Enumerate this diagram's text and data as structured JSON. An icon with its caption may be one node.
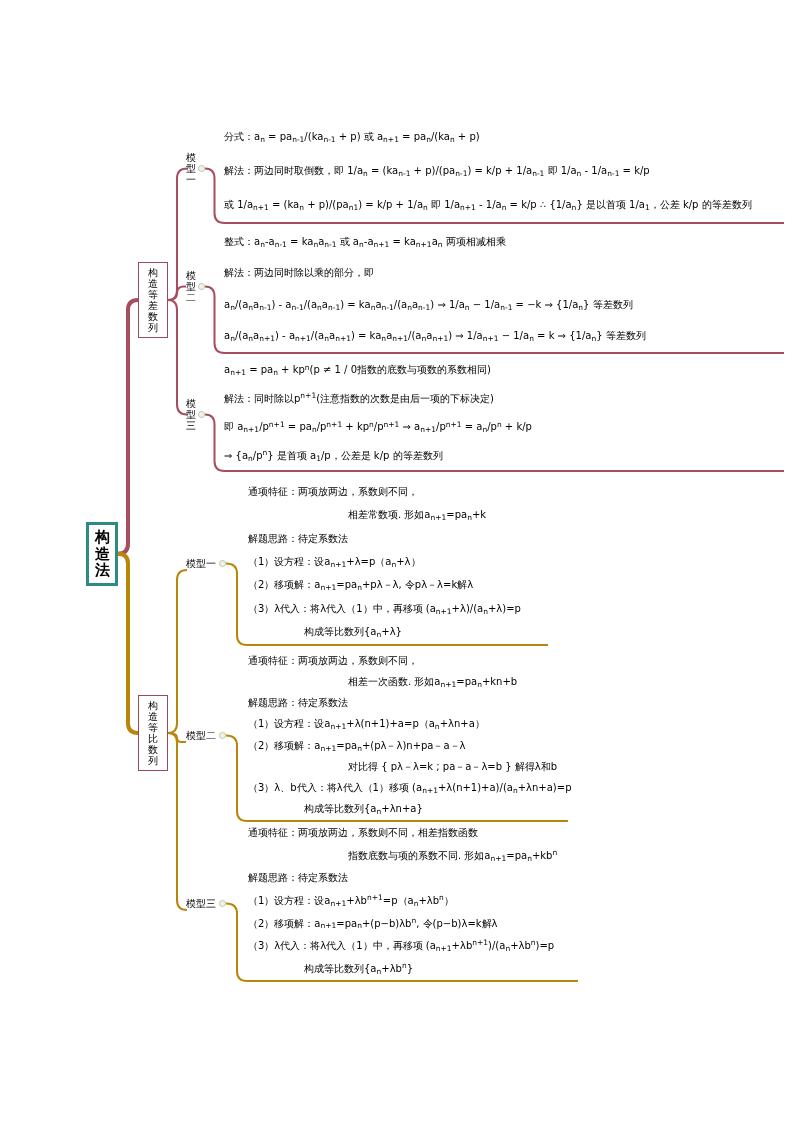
{
  "diagram": {
    "nodes": [
      {
        "text": [
          "构造法"
        ]
      },
      {
        "text": [
          "构造等差数列"
        ]
      },
      {
        "text": [
          "模型一"
        ]
      },
      {
        "text": [
          "分式：a$_{n}$ = pa$_{n-1}$/(ka$_{n-1}$ + p) 或 a$_{n+1}$ = pa$_{n}$/(ka$_{n}$ + p)",
          "解法：两边同时取倒数，即 1/a$_{n}$ = (ka$_{n-1}$ + p)/(pa$_{n-1}$) = k/p + 1/a$_{n-1}$ 即 1/a$_{n}$ - 1/a$_{n-1}$ = k/p",
          "或 1/a$_{n+1}$ = (ka$_{n}$ + p)/(pa$_{n1}$) = k/p + 1/a$_{n}$ 即 1/a$_{n+1}$ - 1/a$_{n}$ = k/p ∴ {1/a$_{n}$} 是以首项 1/a$_{1}$，公差 k/p 的等差数列"
        ]
      },
      {
        "text": [
          "模型二"
        ]
      },
      {
        "text": [
          "整式：a$_{n}$-a$_{n-1}$ = ka$_{n}$a$_{n-1}$ 或 a$_{n}$-a$_{n+1}$ = ka$_{n+1}$a$_{n}$ 两项相减相乘",
          "解法：两边同时除以乘的部分，即",
          "a$_{n}$/(a$_{n}$a$_{n-1}$) - a$_{n-1}$/(a$_{n}$a$_{n-1}$) = ka$_{n}$a$_{n-1}$/(a$_{n}$a$_{n-1}$) ⇒ 1/a$_{n}$ − 1/a$_{n-1}$ = −k ⇒ {1/a$_{n}$} 等差数列",
          "a$_{n}$/(a$_{n}$a$_{n+1}$) - a$_{n+1}$/(a$_{n}$a$_{n+1}$) = ka$_{n}$a$_{n+1}$/(a$_{n}$a$_{n+1}$) ⇒ 1/a$_{n+1}$ − 1/a$_{n}$ = k ⇒ {1/a$_{n}$} 等差数列"
        ]
      },
      {
        "text": [
          "模型三"
        ]
      },
      {
        "text": [
          "a$_{n+1}$ = pa$_{n}$ + kp$^{n}$(p ≠ 1 / 0指数的底数与项数的系数相同)",
          "解法：同时除以p$^{n+1}$(注意指数的次数是由后一项的下标决定)",
          "即 a$_{n+1}$/p$^{n+1}$ = pa$_{n}$/p$^{n+1}$ + kp$^{n}$/p$^{n+1}$ ⇒ a$_{n+1}$/p$^{n+1}$ = a$_{n}$/p$^{n}$ + k/p",
          "⇒ {a$_{n}$/p$^{n}$} 是首项 a$_{1}$/p，公差是 k/p 的等差数列"
        ]
      },
      {
        "text": [
          "构造等比数列"
        ]
      },
      {
        "text": [
          "模型一"
        ]
      },
      {
        "text": [
          "通项特征：两项放两边，系数则不同，",
          "相差常数项. 形如a$_{n+1}$=pa$_{n}$+k",
          "解题思路：待定系数法",
          "（1）设方程：设a$_{n+1}$+λ=p（a$_{n}$+λ）",
          "（2）移项解：a$_{n+1}$=pa$_{n}$+pλ－λ, 令pλ－λ=k解λ",
          "（3）λ代入：将λ代入（1）中，再移项 (a$_{n+1}$+λ)/(a$_{n}$+λ)=p",
          "构成等比数列{a$_{n}$+λ}"
        ]
      },
      {
        "text": [
          "模型二"
        ]
      },
      {
        "text": [
          "通项特征：两项放两边，系数则不同，",
          "相差一次函数. 形如a$_{n+1}$=pa$_{n}$+kn+b",
          "解题思路：待定系数法",
          "（1）设方程：设a$_{n+1}$+λ(n+1)+a=p（a$_{n}$+λn+a）",
          "（2）移项解：a$_{n+1}$=pa$_{n}$+(pλ－λ)n+pa－a－λ",
          "对比得 { pλ－λ=k ; pa－a－λ=b } 解得λ和b",
          "（3）λ、b代入：将λ代入（1）移项 (a$_{n+1}$+λ(n+1)+a)/(a$_{n}$+λn+a)=p",
          "构成等比数列{a$_{n}$+λn+a}"
        ]
      },
      {
        "text": [
          "模型三"
        ]
      },
      {
        "text": [
          "通项特征：两项放两边，系数则不同，相差指数函数",
          "指数底数与项的系数不同. 形如a$_{n+1}$=pa$_{n}$+kb$^{n}$",
          "解题思路：待定系数法",
          "（1）设方程：设a$_{n+1}$+λb$^{n+1}$=p（a$_{n}$+λb$^{n}$）",
          "（2）移项解：a$_{n+1}$=pa$_{n}$+(p−b)λb$^{n}$, 令(p−b)λ=k解λ",
          "（3）λ代入：将λ代入（1）中，再移项 (a$_{n+1}$+λb$^{n+1}$)/(a$_{n}$+λb$^{n}$)=p",
          "构成等比数列{a$_{n}$+λb$^{n}$}"
        ]
      }
    ],
    "edges": [
      {
        "from": 0,
        "to": 1,
        "arrow": "none",
        "style": "thick",
        "color": "#a64d5e"
      },
      {
        "from": 1,
        "to": 2,
        "arrow": "none",
        "color": "#a64d5e"
      },
      {
        "from": 2,
        "to": 3,
        "arrow": "none",
        "color": "#a64d5e"
      },
      {
        "from": 1,
        "to": 4,
        "arrow": "none",
        "color": "#a64d5e"
      },
      {
        "from": 4,
        "to": 5,
        "arrow": "none",
        "color": "#a64d5e"
      },
      {
        "from": 1,
        "to": 6,
        "arrow": "none",
        "color": "#a64d5e"
      },
      {
        "from": 6,
        "to": 7,
        "arrow": "none",
        "color": "#a64d5e"
      },
      {
        "from": 0,
        "to": 8,
        "arrow": "none",
        "style": "thick",
        "color": "#b8860b"
      },
      {
        "from": 8,
        "to": 9,
        "arrow": "none",
        "color": "#b8860b"
      },
      {
        "from": 9,
        "to": 10,
        "arrow": "none",
        "color": "#b8860b"
      },
      {
        "from": 8,
        "to": 11,
        "arrow": "none",
        "color": "#b8860b"
      },
      {
        "from": 11,
        "to": 12,
        "arrow": "none",
        "color": "#b8860b"
      },
      {
        "from": 8,
        "to": 13,
        "arrow": "none",
        "color": "#b8860b"
      },
      {
        "from": 13,
        "to": 14,
        "arrow": "none",
        "color": "#b8860b"
      }
    ]
  }
}
